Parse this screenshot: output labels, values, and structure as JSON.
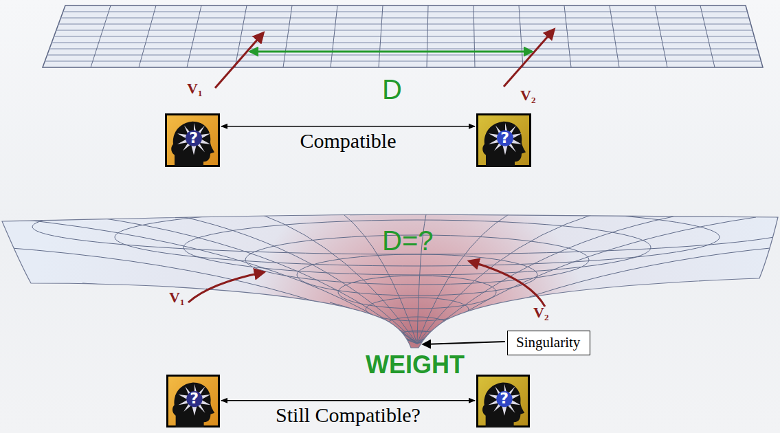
{
  "diagram": {
    "nodes": [
      {
        "text": [
          "?"
        ]
      },
      {
        "text": [
          "?"
        ]
      },
      {
        "text": [
          "Singularity"
        ]
      },
      {
        "text": [
          "?"
        ]
      },
      {
        "text": [
          "?"
        ]
      }
    ],
    "edges": [
      {
        "from": 0,
        "to": 1,
        "arrow": "both",
        "label": "Compatible"
      },
      {
        "from": 3,
        "to": 4,
        "arrow": "both",
        "label": "Still Compatible?"
      }
    ],
    "labels": [
      "V₁",
      "D",
      "V₂",
      "D=?",
      "V₁",
      "V₂",
      "WEIGHT"
    ]
  }
}
